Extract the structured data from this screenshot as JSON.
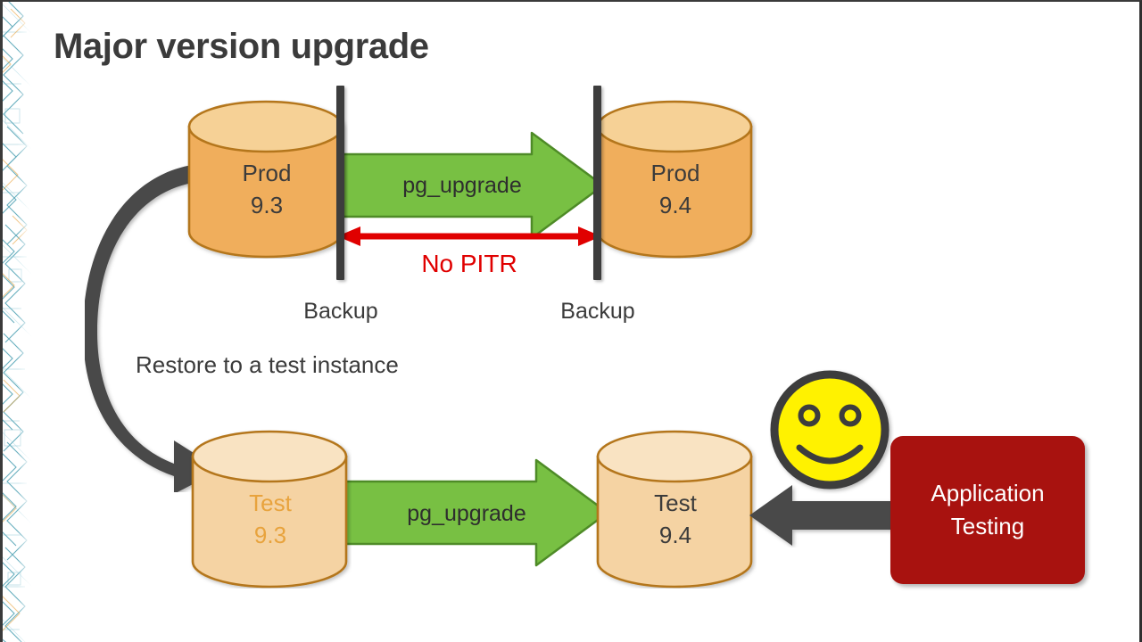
{
  "slide": {
    "title": "Major version upgrade",
    "background_color": "#FFFFFF",
    "title_color": "#3B3B3B"
  },
  "colors": {
    "cylinder_prod_body": "#F0AE5C",
    "cylinder_prod_top": "#F6D196",
    "cylinder_test_body": "#F5D3A3",
    "cylinder_test_top": "#F9E3C2",
    "cylinder_stroke": "#B4761A",
    "arrow_green_fill": "#78C043",
    "arrow_green_stroke": "#4E8B27",
    "arrow_dark": "#4A4A4A",
    "arrow_red": "#E00000",
    "bar_dark": "#3D3D3D",
    "app_box_red": "#A8120F",
    "smiley_yellow": "#FFF200",
    "smiley_stroke": "#3D3D3D",
    "test93_text": "#E8A33D",
    "body_text": "#2E2E2E"
  },
  "diagram": {
    "prod_source": {
      "name": "prod-93-cylinder",
      "line1": "Prod",
      "line2": "9.3",
      "text_color": "#3B3B3B"
    },
    "prod_target": {
      "name": "prod-94-cylinder",
      "line1": "Prod",
      "line2": "9.4",
      "text_color": "#3B3B3B"
    },
    "test_source": {
      "name": "test-93-cylinder",
      "line1": "Test",
      "line2": "9.3",
      "text_color": "#E8A33D"
    },
    "test_target": {
      "name": "test-94-cylinder",
      "line1": "Test",
      "line2": "9.4",
      "text_color": "#3B3B3B"
    },
    "backup_left_label": "Backup",
    "backup_right_label": "Backup",
    "upgrade_arrow_top_label": "pg_upgrade",
    "upgrade_arrow_bottom_label": "pg_upgrade",
    "no_pitr_label": "No PITR",
    "restore_label": "Restore to a test instance",
    "app_testing": {
      "line1": "Application",
      "line2": "Testing"
    },
    "smiley": {
      "name": "smiley-face-icon",
      "expression": "happy"
    }
  }
}
